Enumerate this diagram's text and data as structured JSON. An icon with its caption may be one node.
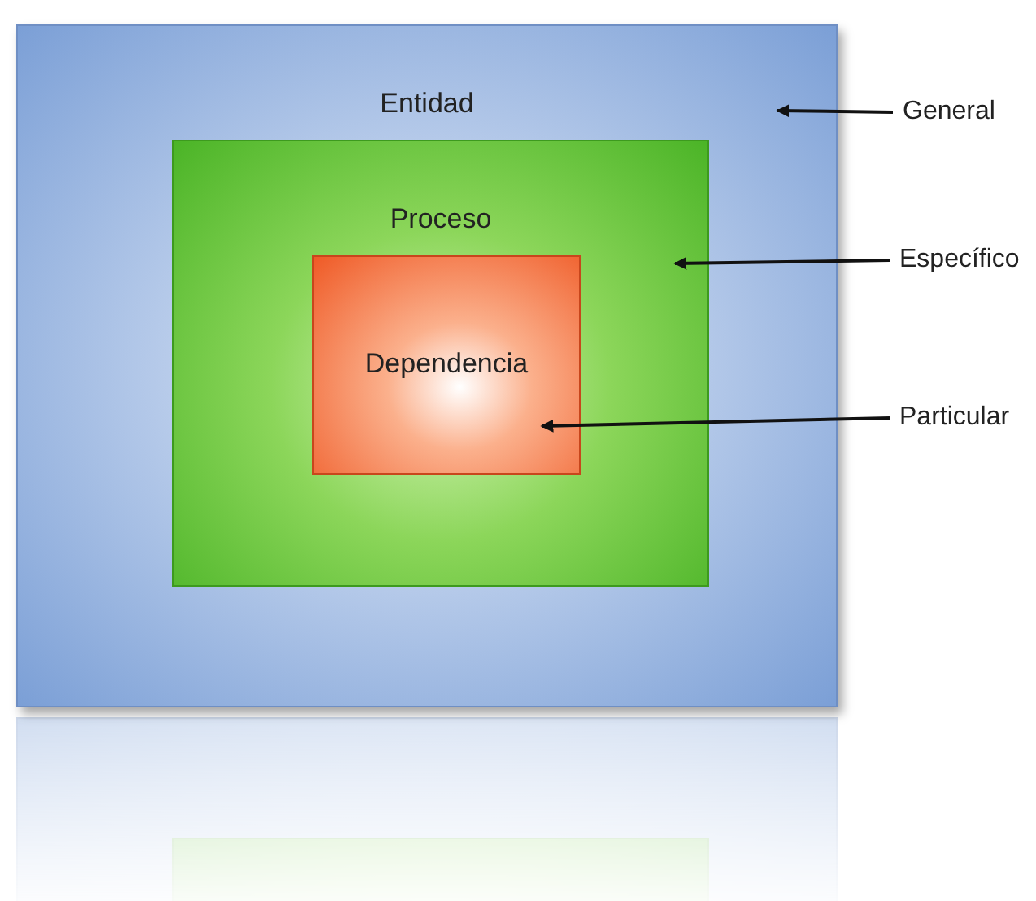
{
  "diagram": {
    "nodes": [
      {
        "text": [
          "Entidad"
        ]
      },
      {
        "text": [
          "Proceso"
        ],
        "in": 0
      },
      {
        "text": [
          "Dependencia"
        ],
        "in": 1
      },
      {
        "text": [
          "General"
        ]
      },
      {
        "text": [
          "Específico"
        ]
      },
      {
        "text": [
          "Particular"
        ]
      }
    ],
    "edges": [
      {
        "from": 3,
        "to": 0,
        "arrow": "to"
      },
      {
        "from": 4,
        "to": 1,
        "arrow": "to"
      },
      {
        "from": 5,
        "to": 2,
        "arrow": "to"
      }
    ]
  }
}
